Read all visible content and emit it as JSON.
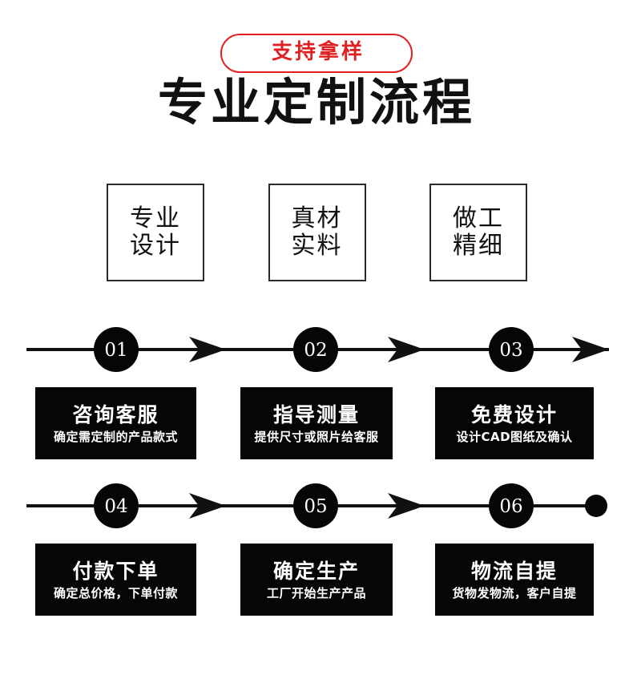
{
  "badge": {
    "label": "支持拿样",
    "color": "#e02020"
  },
  "title": "专业定制流程",
  "features": [
    {
      "line1": "专业",
      "line2": "设计"
    },
    {
      "line1": "真材",
      "line2": "实料"
    },
    {
      "line1": "做工",
      "line2": "精细"
    }
  ],
  "timeline": {
    "rows": [
      {
        "numbers": [
          "01",
          "02",
          "03"
        ],
        "end_marker": "arrow-head"
      },
      {
        "numbers": [
          "04",
          "05",
          "06"
        ],
        "end_marker": "dot"
      }
    ]
  },
  "steps": [
    {
      "number": "01",
      "title": "咨询客服",
      "subtitle": "确定需定制的产品款式"
    },
    {
      "number": "02",
      "title": "指导测量",
      "subtitle": "提供尺寸或照片给客服"
    },
    {
      "number": "03",
      "title": "免费设计",
      "subtitle": "设计CAD图纸及确认"
    },
    {
      "number": "04",
      "title": "付款下单",
      "subtitle": "确定总价格，下单付款"
    },
    {
      "number": "05",
      "title": "确定生产",
      "subtitle": "工厂开始生产产品"
    },
    {
      "number": "06",
      "title": "物流自提",
      "subtitle": "货物发物流，客户自提"
    }
  ],
  "colors": {
    "accent": "#e02020",
    "card_background": "#060606",
    "card_text": "#ffffff",
    "line": "#111111"
  }
}
